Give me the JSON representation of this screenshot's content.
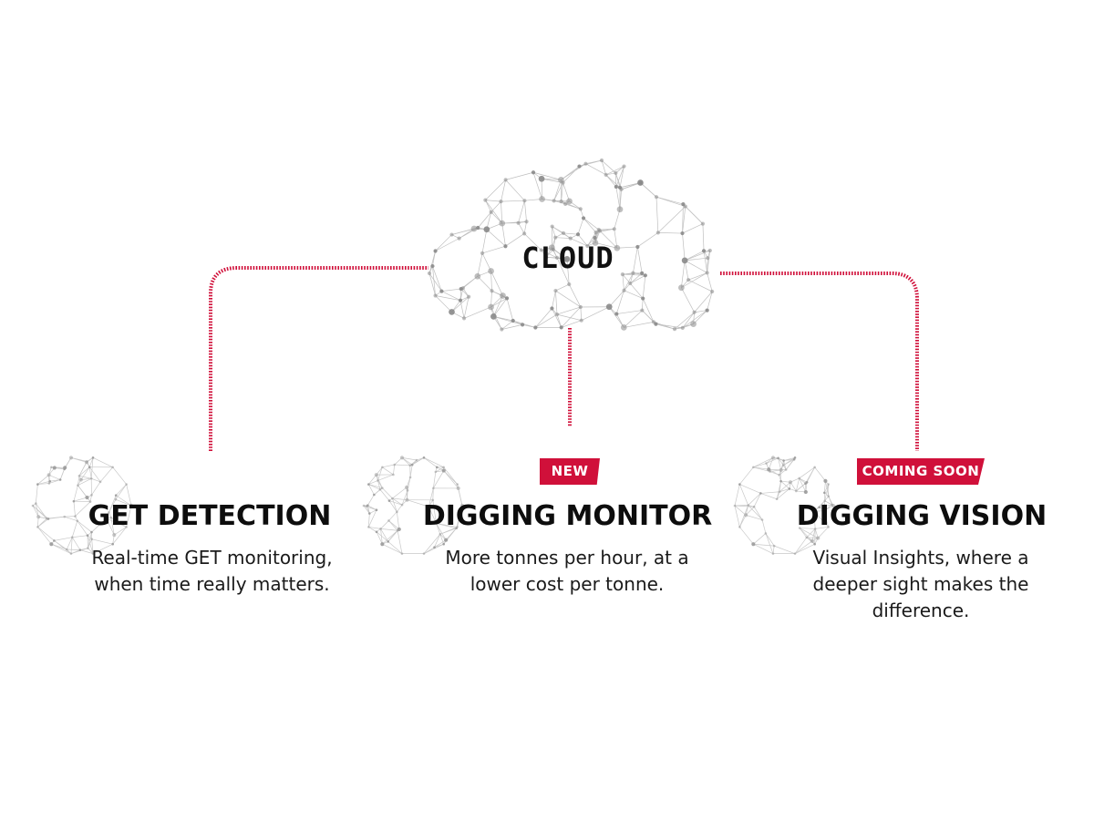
{
  "colors": {
    "accent": "#d0103a",
    "network": "#9a9a9a",
    "text": "#111111"
  },
  "cloud": {
    "label": "CLOUD",
    "icon": "cloud-network-icon"
  },
  "products": [
    {
      "title": "GET DETECTION",
      "description": "Real-time GET monitoring, when time really matters.",
      "badge": "",
      "icon": "network-sphere-icon"
    },
    {
      "title": "DIGGING MONITOR",
      "description": "More tonnes per hour, at a lower cost per tonne.",
      "badge": "NEW",
      "icon": "network-sphere-icon"
    },
    {
      "title": "DIGGING VISION",
      "description": "Visual Insights, where a deeper sight makes the difference.",
      "badge": "COMING SOON",
      "icon": "network-sphere-icon"
    }
  ]
}
